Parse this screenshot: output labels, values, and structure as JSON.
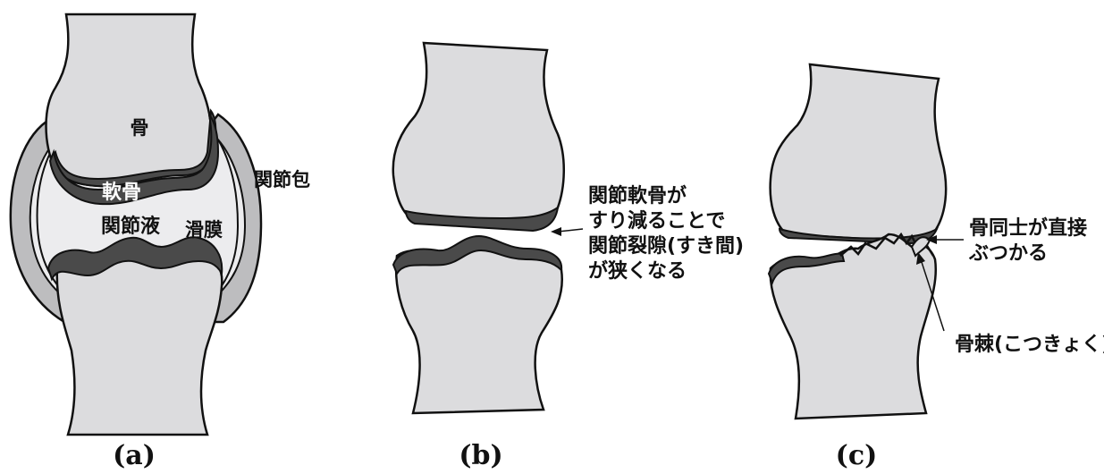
{
  "panel_a": {
    "caption": "(a)",
    "bone": "骨",
    "cartilage": "軟骨",
    "synovial_fluid": "関節液",
    "synovium": "滑膜",
    "capsule": "関節包"
  },
  "panel_b": {
    "caption": "(b)",
    "note_lines": [
      "関節軟骨が",
      "すり減ることで",
      "関節裂隙(すき間)",
      "が狭くなる"
    ]
  },
  "panel_c": {
    "caption": "(c)",
    "contact_lines": [
      "骨同士が直接",
      "ぶつかる"
    ],
    "osteophyte": "骨棘(こつきょく)"
  },
  "colors": {
    "bone": "#dcdcde",
    "cartilage": "#4a4a4a",
    "fluid": "#ececee",
    "capsule": "#bdbdbf",
    "outline": "#111111"
  }
}
